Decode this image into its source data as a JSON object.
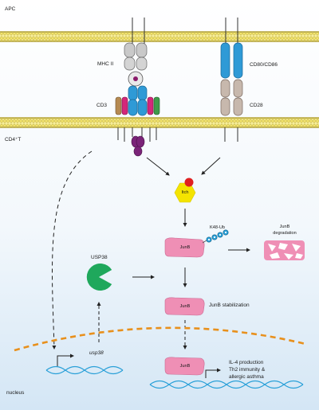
{
  "labels": {
    "apc": "APC",
    "cd4t": "CD4⁺T",
    "nucleus": "nucleus",
    "mhc2": "MHC II",
    "cd80_86": "CD80/CD86",
    "cd3": "CD3",
    "cd28": "CD28",
    "itch": "Itch",
    "k48ub": "K48-Ub",
    "junb_degradation_line1": "JunB",
    "junb_degradation_line2": "degradation",
    "junb": "JunB",
    "usp38": "USP38",
    "junb_stabilization": "JunB stabilization",
    "usp38_gene": "usp38",
    "outcome_line1": "IL-4 production",
    "outcome_line2": "Th2 immunity &",
    "outcome_line3": "allergic asthma"
  },
  "colors": {
    "membrane": "#f2e46a",
    "membrane_line": "#7a6a1c",
    "background_top": "#ffffff",
    "background_bottom": "#d4e6f5",
    "mhc_gray": "#c9c9c9",
    "receptor_blue": "#2f9ad6",
    "cd28_brown": "#c7b8ad",
    "cd3_pink": "#d4277a",
    "cd3_green": "#3f9b4b",
    "cd3_tan": "#b58a52",
    "cd3_purple": "#7a2378",
    "itch_yellow": "#f4e400",
    "ub_red": "#e02020",
    "junb_pink": "#ef8fb5",
    "usp38_green": "#1fa85c",
    "nuclear_envelope": "#e8901c",
    "dna_blue": "#2aa0d8"
  },
  "icons": {
    "usp38": "pacman-enzyme-icon",
    "itch": "hexagon-ligase-icon",
    "ubiquitin": "ubiquitin-chain-icon",
    "degraded_junb": "fragmented-protein-icon",
    "dna": "double-helix-icon",
    "promoter": "transcription-start-arrow-icon"
  }
}
